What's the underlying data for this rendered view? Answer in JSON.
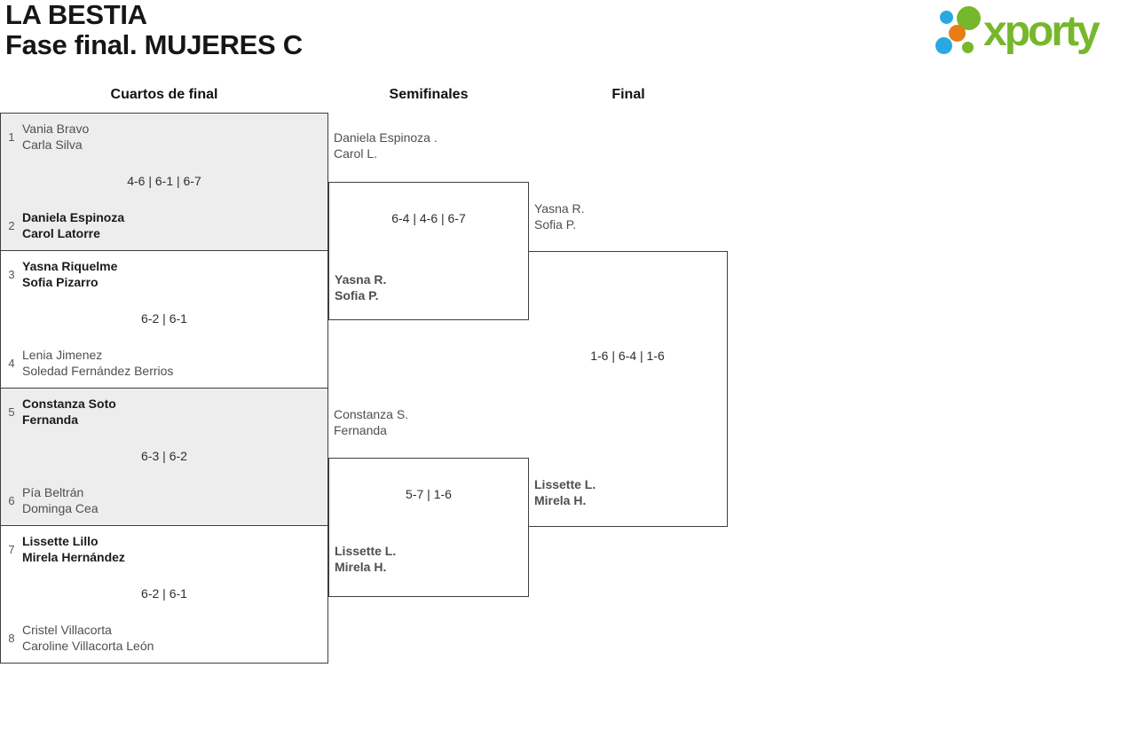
{
  "page": {
    "title_line1": "LA BESTIA",
    "title_line2": "Fase final. MUJERES C"
  },
  "logo": {
    "text": "xporty",
    "text_color": "#76b72c",
    "dot_colors": {
      "blue": "#29a9e1",
      "green": "#76b72c",
      "orange": "#e87d17"
    }
  },
  "round_headers": {
    "quarterfinals": "Cuartos de final",
    "semifinals": "Semifinales",
    "final": "Final"
  },
  "quarterfinals": [
    {
      "top": {
        "seed": "1",
        "players": [
          "Vania Bravo",
          "Carla Silva"
        ],
        "winner": false
      },
      "score": "4-6 | 6-1 | 6-7",
      "bottom": {
        "seed": "2",
        "players": [
          "Daniela Espinoza",
          "Carol Latorre"
        ],
        "winner": true
      }
    },
    {
      "top": {
        "seed": "3",
        "players": [
          "Yasna Riquelme",
          "Sofia Pizarro"
        ],
        "winner": true
      },
      "score": "6-2 | 6-1",
      "bottom": {
        "seed": "4",
        "players": [
          "Lenia Jimenez",
          "Soledad Fernández Berrios"
        ],
        "winner": false
      }
    },
    {
      "top": {
        "seed": "5",
        "players": [
          "Constanza Soto",
          "Fernanda"
        ],
        "winner": true
      },
      "score": "6-3 | 6-2",
      "bottom": {
        "seed": "6",
        "players": [
          "Pía Beltrán",
          "Dominga Cea"
        ],
        "winner": false
      }
    },
    {
      "top": {
        "seed": "7",
        "players": [
          "Lissette Lillo",
          "Mirela Hernández"
        ],
        "winner": true
      },
      "score": "6-2 | 6-1",
      "bottom": {
        "seed": "8",
        "players": [
          "Cristel Villacorta",
          "Caroline Villacorta León"
        ],
        "winner": false
      }
    }
  ],
  "semifinals": [
    {
      "top": {
        "players": [
          "Daniela Espinoza .",
          "Carol L."
        ],
        "winner": false
      },
      "score": "6-4 | 4-6 | 6-7",
      "bottom": {
        "players": [
          "Yasna R.",
          "Sofia P."
        ],
        "winner": true
      }
    },
    {
      "top": {
        "players": [
          "Constanza S.",
          "Fernanda"
        ],
        "winner": false
      },
      "score": "5-7 | 1-6",
      "bottom": {
        "players": [
          "Lissette L.",
          "Mirela H."
        ],
        "winner": true
      }
    }
  ],
  "final": {
    "top": {
      "players": [
        "Yasna R.",
        "Sofia P."
      ],
      "winner": false
    },
    "score": "1-6 | 6-4 | 1-6",
    "bottom": {
      "players": [
        "Lissette L.",
        "Mirela H."
      ],
      "winner": true
    }
  }
}
